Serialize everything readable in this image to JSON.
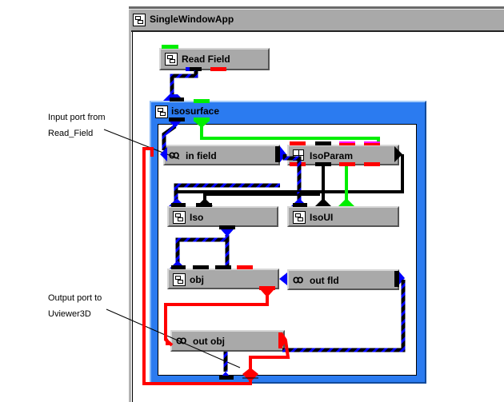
{
  "window": {
    "title": "SingleWindowApp"
  },
  "annotations": [
    {
      "lines": [
        "Input port from",
        "Read_Field"
      ]
    },
    {
      "lines": [
        "Output port to",
        "Uviewer3D"
      ]
    }
  ],
  "modules": {
    "read_field": {
      "label": "Read Field",
      "icon": "module-icon"
    },
    "isosurface": {
      "label": "isosurface",
      "icon": "module-icon"
    },
    "in_field": {
      "label": "in field",
      "icon": "link-icon"
    },
    "iso_param": {
      "label": "IsoParam",
      "icon": "grid-icon"
    },
    "iso": {
      "label": "Iso",
      "icon": "module-icon"
    },
    "iso_ui": {
      "label": "IsoUI",
      "icon": "module-icon"
    },
    "obj": {
      "label": "obj",
      "icon": "module-icon"
    },
    "out_fld": {
      "label": "out fld",
      "icon": "link-icon"
    },
    "out_obj": {
      "label": "out obj",
      "icon": "link-icon"
    }
  },
  "port_colors": {
    "field": "#0000ff",
    "param": "#00ee00",
    "object": "#ff0000",
    "ui": "#000000",
    "accent_param": "#ff00ff"
  },
  "container_color": "#2b7bf0",
  "link_glyph": "ꝏ"
}
